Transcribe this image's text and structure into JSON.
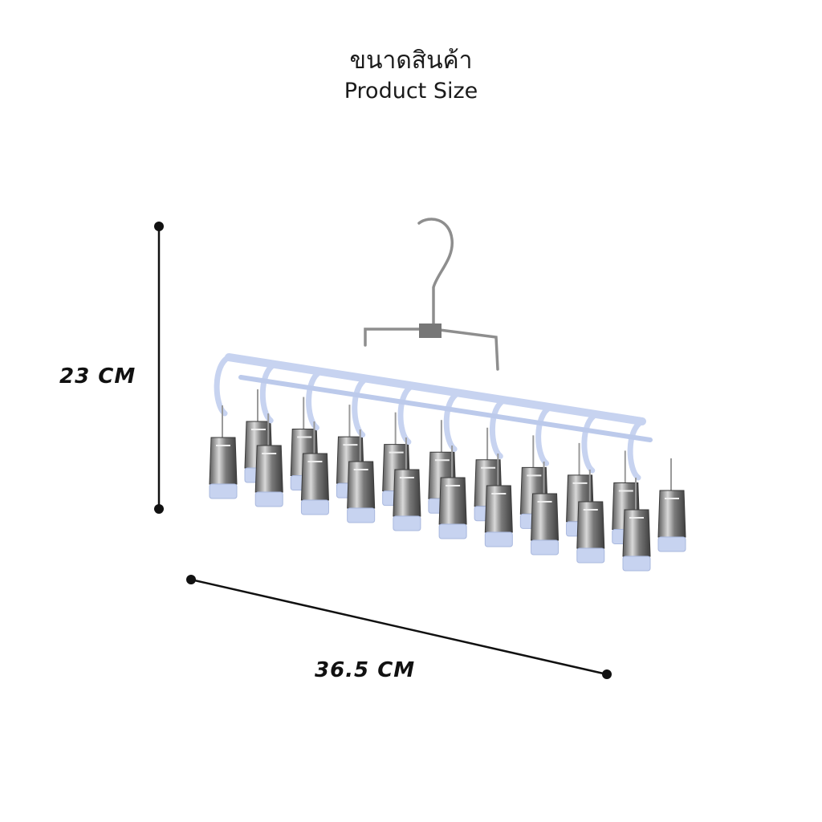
{
  "header": {
    "title_thai": "ขนาดสินค้า",
    "title_english": "Product Size"
  },
  "dimensions": {
    "height_label": "23 CM",
    "width_label": "36.5 CM"
  },
  "colors": {
    "frame": "#c7d3f0",
    "metal": "#8a8a8a",
    "text": "#111111"
  },
  "product": {
    "image_icon": "clip-hanger-icon",
    "clip_count": 20
  }
}
